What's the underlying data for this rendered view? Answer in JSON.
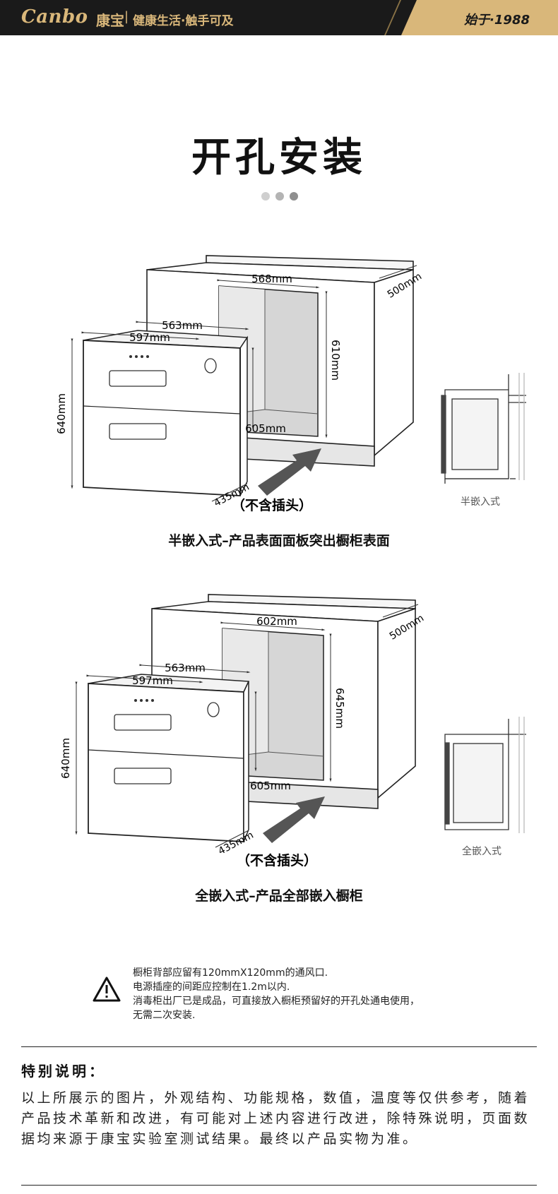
{
  "header": {
    "logo": "Canbo",
    "logo_cn": "康宝",
    "divider": "|",
    "slogan": "健康生活·触手可及",
    "since": "始于·1988"
  },
  "page_title": "开孔安装",
  "dots": [
    "#cfcfcf",
    "#b4b4b4",
    "#8f8f8f"
  ],
  "semi_embedded": {
    "cabinet_width": "568mm",
    "cabinet_depth": "500mm",
    "cutout_height": "610mm",
    "unit_depth_top": "563mm",
    "unit_width": "597mm",
    "unit_height": "640mm",
    "side_depth": "605mm",
    "bottom_depth": "435mm",
    "plug_note": "（不含插头）",
    "caption": "半嵌入式–产品表面面板突出橱柜表面",
    "side_label": "半嵌入式"
  },
  "full_embedded": {
    "cabinet_width": "602mm",
    "cabinet_depth": "500mm",
    "cutout_height": "645mm",
    "unit_depth_top": "563mm",
    "unit_width": "597mm",
    "unit_height": "640mm",
    "side_depth": "605mm",
    "bottom_depth": "435mm",
    "plug_note": "（不含插头）",
    "caption": "全嵌入式–产品全部嵌入橱柜",
    "side_label": "全嵌入式"
  },
  "notice": {
    "lines": [
      "橱柜背部应留有120mmX120mm的通风口.",
      "电源插座的间距应控制在1.2m以内.",
      "消毒柜出厂已是成品，可直接放入橱柜预留好的开孔处通电使用，",
      "无需二次安装."
    ]
  },
  "special": {
    "title": "特别说明：",
    "body": "以上所展示的图片，外观结构、功能规格，数值，温度等仅供参考，随着产品技术革新和改进，有可能对上述内容进行改进，除特殊说明，页面数据均来源于康宝实验室测试结果。最终以产品实物为准。"
  }
}
